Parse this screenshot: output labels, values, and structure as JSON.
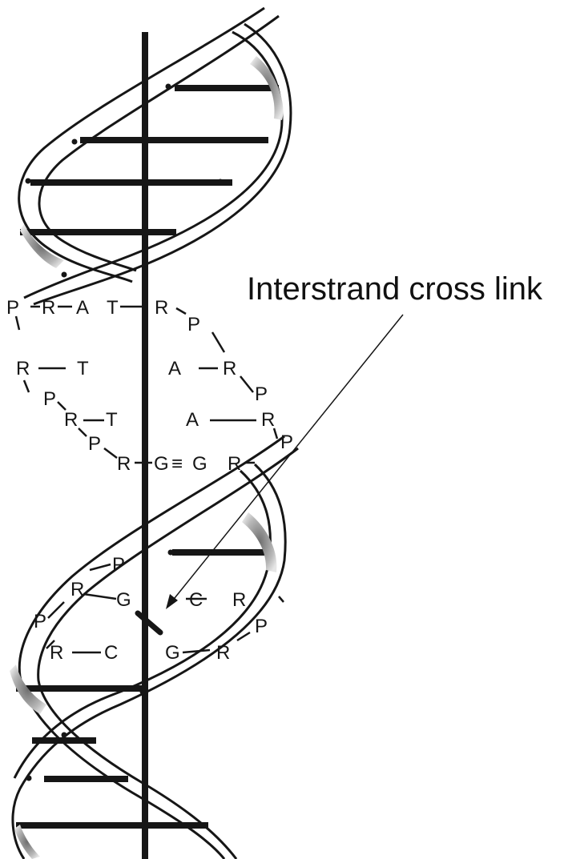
{
  "annotation": {
    "label": "Interstrand cross link"
  },
  "nucleotide_labels": {
    "p1": "P",
    "r1": "R",
    "a1": "A",
    "t1": "T",
    "r2": "R",
    "p2": "P",
    "r3": "R",
    "t2": "T",
    "a2": "A",
    "r4": "R",
    "p3": "P",
    "p4": "P",
    "r5": "R",
    "t3": "T",
    "a3": "A",
    "r6": "R",
    "p5": "P",
    "p6": "P",
    "r7": "R",
    "g1": "G",
    "triple": "≡",
    "g2": "G",
    "r8": "R",
    "p7": "P",
    "r9": "R",
    "g3": "G",
    "c1": "C",
    "r10": "R",
    "p8": "P",
    "r11": "R",
    "c2": "C",
    "g4": "G",
    "r12": "R",
    "p9": "P"
  },
  "colors": {
    "ink": "#161616",
    "background": "#ffffff",
    "shade": "#8a8a8a"
  }
}
